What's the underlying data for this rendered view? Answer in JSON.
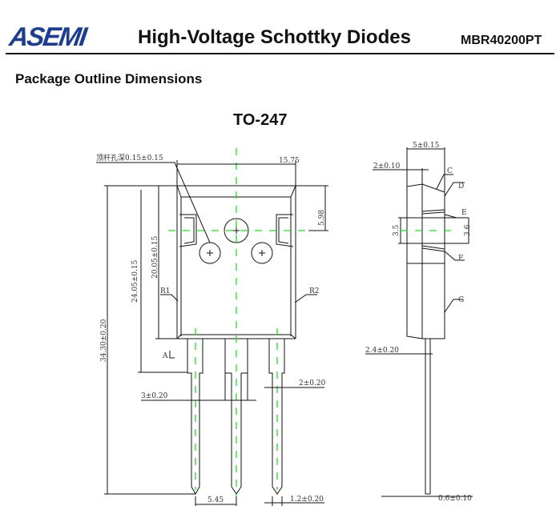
{
  "header": {
    "logo": "ASEMI",
    "title": "High-Voltage Schottky Diodes",
    "part_number": "MBR40200PT"
  },
  "section_title": "Package Outline Dimensions",
  "package_name": "TO-247",
  "front_view": {
    "hole_note": "顶杆孔深0.15±0.15",
    "width": "15.75",
    "hole_offset": "5.98",
    "body_height": "20.05±0.15",
    "height_to_shoulder": "24.05±0.15",
    "total_height": "34.30±0.20",
    "label_r1": "R1",
    "label_r2": "R2",
    "label_a": "A",
    "lead_shoulder_width": "3±0.20",
    "lead_width_right": "2±0.20",
    "pitch": "5.45",
    "lead_width": "1.2±0.20"
  },
  "side_view": {
    "thickness": "5±0.15",
    "tab_thickness": "2±0.10",
    "hole_left": "3.5",
    "hole_right": "3.6",
    "lead_offset": "2.4±0.20",
    "lead_thickness": "0.6±0.10",
    "labels": [
      "C",
      "D",
      "E",
      "F",
      "G"
    ]
  }
}
